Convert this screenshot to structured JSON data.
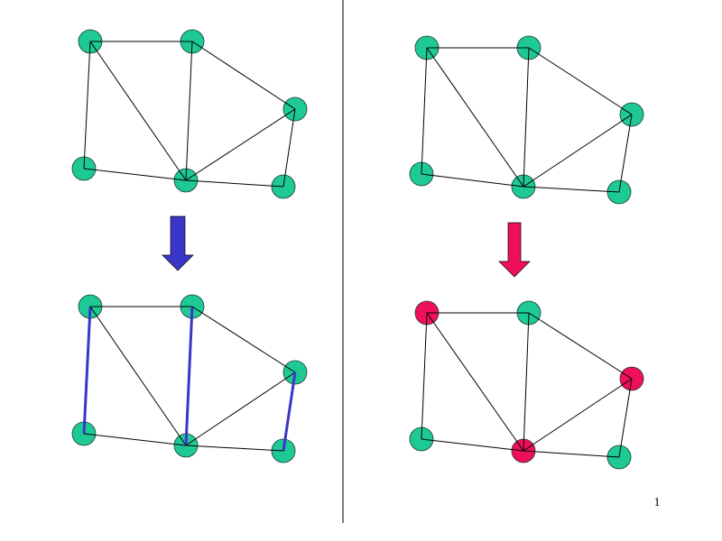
{
  "page_number": "1",
  "colors": {
    "node_default": "#1ec996",
    "node_selected": "#f0105a",
    "edge_default": "#000000",
    "edge_highlight": "#3a37c8",
    "arrow_blue": "#3a37c8",
    "arrow_pink": "#f0105a",
    "divider": "#000000"
  },
  "graph": {
    "node_ids": [
      "a",
      "b",
      "c",
      "d",
      "e",
      "f"
    ],
    "edges": [
      [
        "a",
        "b"
      ],
      [
        "a",
        "d"
      ],
      [
        "a",
        "e"
      ],
      [
        "b",
        "e"
      ],
      [
        "b",
        "c"
      ],
      [
        "c",
        "e"
      ],
      [
        "c",
        "f"
      ],
      [
        "d",
        "e"
      ],
      [
        "e",
        "f"
      ]
    ]
  },
  "panels": [
    {
      "id": "top-left",
      "highlighted_edges": [],
      "selected_nodes": []
    },
    {
      "id": "bottom-left",
      "highlighted_edges": [
        [
          "a",
          "d"
        ],
        [
          "b",
          "e"
        ],
        [
          "c",
          "f"
        ]
      ],
      "selected_nodes": []
    },
    {
      "id": "top-right",
      "highlighted_edges": [],
      "selected_nodes": []
    },
    {
      "id": "bottom-right",
      "highlighted_edges": [],
      "selected_nodes": [
        "a",
        "c",
        "e"
      ]
    }
  ]
}
